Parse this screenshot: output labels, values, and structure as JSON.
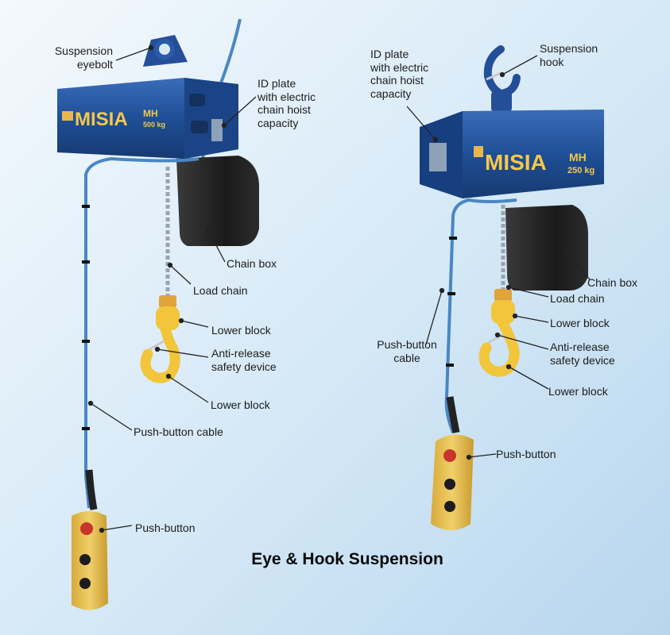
{
  "colors": {
    "hoist_body": "#1f4f96",
    "hook_yellow": "#f2c53a",
    "cable_blue": "#4a86c4",
    "pendant_yellow": "#e9c65c",
    "leader_line": "#222222"
  },
  "left_hoist": {
    "brand": "MISIA",
    "model": "MH",
    "capacity": "500 kg",
    "labels": {
      "suspension_eyebolt": "Suspension\neyebolt",
      "id_plate": "ID plate\nwith electric\nchain hoist\ncapacity",
      "chain_box": "Chain box",
      "load_chain": "Load chain",
      "lower_block_top": "Lower block",
      "anti_release": "Anti-release\nsafety device",
      "lower_block_bottom": "Lower block",
      "push_button_cable": "Push-button cable",
      "push_button": "Push-button"
    }
  },
  "right_hoist": {
    "brand": "MISIA",
    "model": "MH",
    "capacity": "250 kg",
    "labels": {
      "id_plate": "ID plate\nwith electric\nchain hoist\ncapacity",
      "suspension_hook": "Suspension\nhook",
      "chain_box": "Chain box",
      "load_chain": "Load chain",
      "lower_block_top": "Lower block",
      "anti_release": "Anti-release\nsafety device",
      "lower_block_bottom": "Lower block",
      "push_button_cable": "Push-button\ncable",
      "push_button": "Push-button"
    }
  },
  "caption": "Eye & Hook Suspension"
}
